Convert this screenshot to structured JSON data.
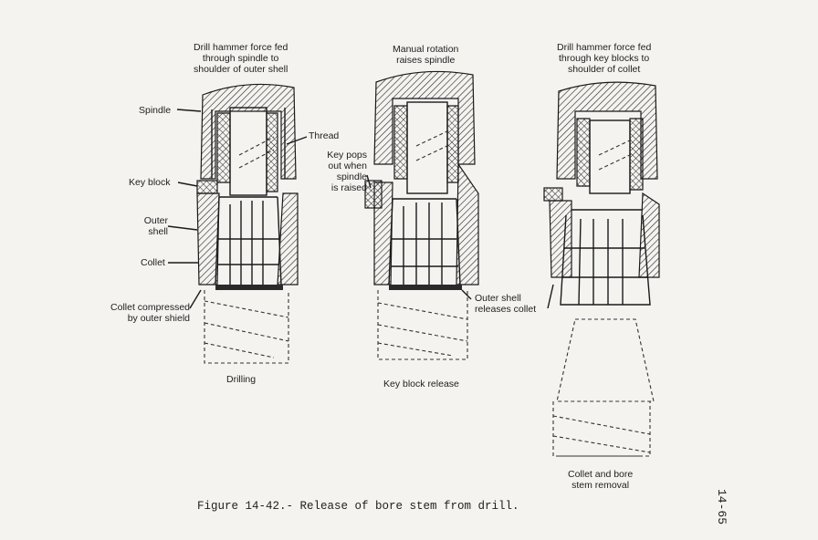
{
  "panels": [
    {
      "id": "drilling",
      "top_label": [
        "Drill hammer force fed",
        "through spindle to",
        "shoulder of outer shell"
      ],
      "bottom_label": "Drilling",
      "callouts": {
        "spindle": "Spindle",
        "thread": "Thread",
        "key_block": "Key block",
        "outer_shell": [
          "Outer",
          "shell"
        ],
        "collet": "Collet",
        "collet_compressed": [
          "Collet compressed",
          "by outer shield"
        ]
      }
    },
    {
      "id": "key-block-release",
      "top_label": [
        "Manual rotation",
        "raises spindle"
      ],
      "bottom_label": "Key block release",
      "callouts": {
        "key_pops": [
          "Key pops",
          "out when",
          "spindle",
          "is raised"
        ],
        "outer_shell_releases": [
          "Outer shell",
          "releases collet"
        ]
      }
    },
    {
      "id": "collet-removal",
      "top_label": [
        "Drill hammer force fed",
        "through key blocks to",
        "shoulder of collet"
      ],
      "bottom_label": [
        "Collet and bore",
        "stem removal"
      ]
    }
  ],
  "caption": "Figure 14-42.- Release of bore stem from drill.",
  "page_number": "14-65"
}
